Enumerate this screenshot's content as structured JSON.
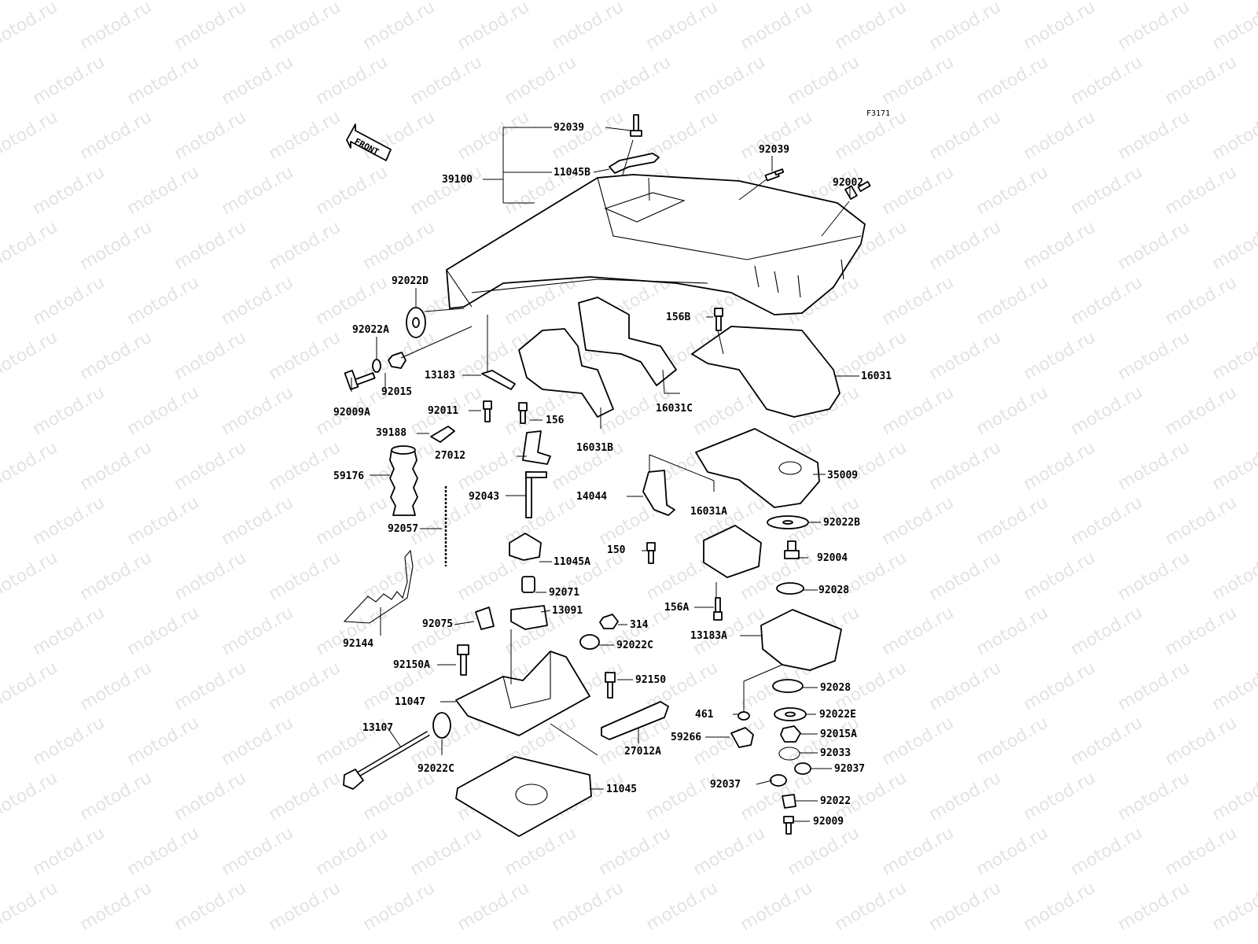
{
  "watermark": "motod.ru",
  "figure_code": "F3171",
  "front_arrow_label": "FRONT",
  "labels": {
    "92039_top": "92039",
    "11045B": "11045B",
    "39100": "39100",
    "92039_right": "92039",
    "92002": "92002",
    "92022D": "92022D",
    "92022A": "92022A",
    "156B": "156B",
    "13183": "13183",
    "16031": "16031",
    "92015": "92015",
    "92009A": "92009A",
    "16031C": "16031C",
    "92011": "92011",
    "156": "156",
    "39188": "39188",
    "16031B": "16031B",
    "27012": "27012",
    "35009": "35009",
    "59176": "59176",
    "92043": "92043",
    "14044": "14044",
    "16031A": "16031A",
    "92022B": "92022B",
    "92057": "92057",
    "11045A": "11045A",
    "150": "150",
    "92004": "92004",
    "92071": "92071",
    "92028_a": "92028",
    "156A": "156A",
    "13091": "13091",
    "92075": "92075",
    "314": "314",
    "92144": "92144",
    "13183A": "13183A",
    "92022C_a": "92022C",
    "92150A": "92150A",
    "92150": "92150",
    "92028_b": "92028",
    "11047": "11047",
    "461": "461",
    "92022E": "92022E",
    "13107": "13107",
    "59266": "59266",
    "92015A": "92015A",
    "27012A": "27012A",
    "92033": "92033",
    "92022C_b": "92022C",
    "92037_a": "92037",
    "92037_b": "92037",
    "11045": "11045",
    "92022": "92022",
    "92009": "92009"
  }
}
